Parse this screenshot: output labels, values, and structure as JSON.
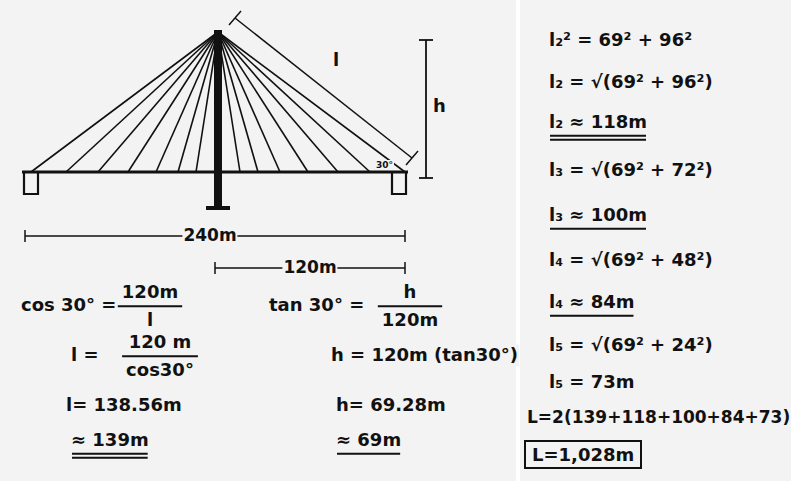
{
  "diagram": {
    "nodes": [
      {
        "text": [
          "L=1,028m"
        ]
      }
    ],
    "labels": [
      "l",
      "h",
      "30°",
      "240m",
      "120m",
      "cos 30° =",
      "120m",
      "l",
      "l =",
      "120 m",
      "cos30°",
      "l= 138.56m",
      "≈ 139m",
      "tan 30° =",
      "h",
      "120m",
      "h = 120m (tan30°)",
      "h= 69.28m",
      "≈ 69m",
      "l₂² = 69² + 96²",
      "l₂ = √(69² + 96²)",
      "l₂ ≈ 118m",
      "l₃ = √(69² + 72²)",
      "l₃ ≈ 100m",
      "l₄ = √(69² + 48²)",
      "l₄ ≈ 84m",
      "l₅ = √(69² + 24²)",
      "l₅ = 73m",
      "L=2(139+118+100+84+73)"
    ]
  }
}
